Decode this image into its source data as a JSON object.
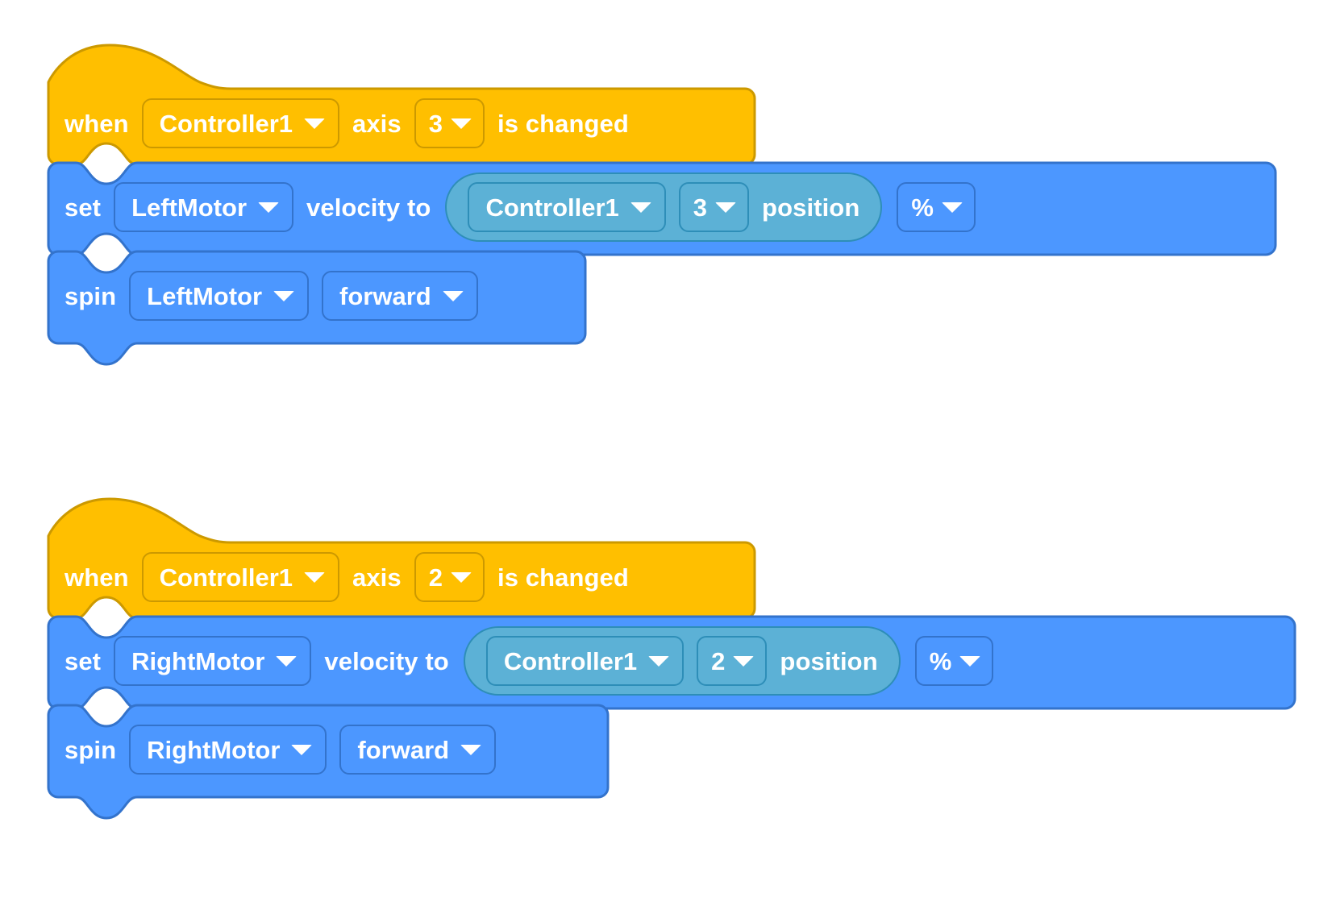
{
  "page": {
    "title": "VEXcode blocks workspace",
    "background": "#ffffff"
  },
  "palette": {
    "event_block": "#FFBF00",
    "event_block_border": "#CC9900",
    "motion_block": "#4C97FF",
    "motion_block_border": "#3373CC",
    "reporter_block": "#5CB1D6",
    "reporter_block_border": "#2E8EB8",
    "text": "#FFFFFF"
  },
  "icons": {
    "dropdown": "chevron-down-icon"
  },
  "stacks": [
    {
      "id": "left-motor-stack",
      "blocks": [
        {
          "id": "when-axis3-changed",
          "type": "hat",
          "kind": "event",
          "parts": [
            {
              "type": "label",
              "text": "when"
            },
            {
              "type": "dropdown",
              "value": "Controller1"
            },
            {
              "type": "label",
              "text": "axis"
            },
            {
              "type": "dropdown",
              "value": "3"
            },
            {
              "type": "label",
              "text": "is changed"
            }
          ]
        },
        {
          "id": "set-leftmotor-velocity",
          "type": "stack",
          "kind": "motion",
          "parts": [
            {
              "type": "label",
              "text": "set"
            },
            {
              "type": "dropdown",
              "value": "LeftMotor"
            },
            {
              "type": "label",
              "text": "velocity to"
            },
            {
              "type": "reporter",
              "parts": [
                {
                  "type": "dropdown",
                  "value": "Controller1"
                },
                {
                  "type": "dropdown",
                  "value": "3"
                },
                {
                  "type": "label",
                  "text": "position"
                }
              ]
            },
            {
              "type": "dropdown",
              "value": "%"
            }
          ]
        },
        {
          "id": "spin-leftmotor-forward",
          "type": "stack",
          "kind": "motion",
          "parts": [
            {
              "type": "label",
              "text": "spin"
            },
            {
              "type": "dropdown",
              "value": "LeftMotor"
            },
            {
              "type": "dropdown",
              "value": "forward"
            }
          ]
        }
      ]
    },
    {
      "id": "right-motor-stack",
      "blocks": [
        {
          "id": "when-axis2-changed",
          "type": "hat",
          "kind": "event",
          "parts": [
            {
              "type": "label",
              "text": "when"
            },
            {
              "type": "dropdown",
              "value": "Controller1"
            },
            {
              "type": "label",
              "text": "axis"
            },
            {
              "type": "dropdown",
              "value": "2"
            },
            {
              "type": "label",
              "text": "is changed"
            }
          ]
        },
        {
          "id": "set-rightmotor-velocity",
          "type": "stack",
          "kind": "motion",
          "parts": [
            {
              "type": "label",
              "text": "set"
            },
            {
              "type": "dropdown",
              "value": "RightMotor"
            },
            {
              "type": "label",
              "text": "velocity to"
            },
            {
              "type": "reporter",
              "parts": [
                {
                  "type": "dropdown",
                  "value": "Controller1"
                },
                {
                  "type": "dropdown",
                  "value": "2"
                },
                {
                  "type": "label",
                  "text": "position"
                }
              ]
            },
            {
              "type": "dropdown",
              "value": "%"
            }
          ]
        },
        {
          "id": "spin-rightmotor-forward",
          "type": "stack",
          "kind": "motion",
          "parts": [
            {
              "type": "label",
              "text": "spin"
            },
            {
              "type": "dropdown",
              "value": "RightMotor"
            },
            {
              "type": "dropdown",
              "value": "forward"
            }
          ]
        }
      ]
    }
  ]
}
